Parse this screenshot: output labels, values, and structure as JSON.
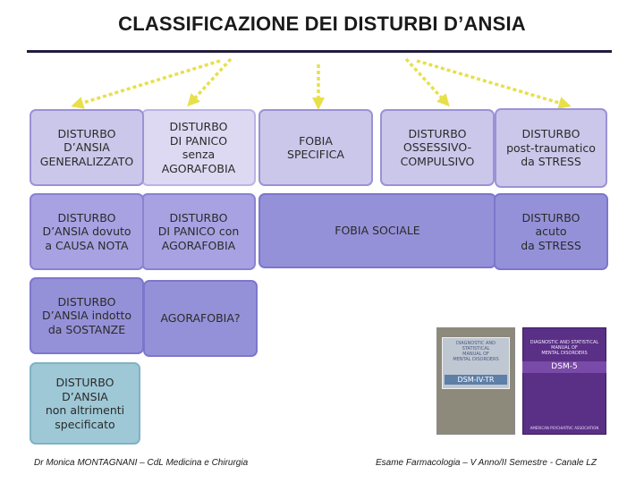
{
  "title": "CLASSIFICAZIONE DEI DISTURBI D’ANSIA",
  "colors": {
    "title_rule": "#1f1c3d",
    "arrow": "#e8e04a",
    "light_lavender": "#cbc7ea",
    "mid_purple": "#a8a2e2",
    "deep_purple": "#9591d8",
    "teal": "#9ec8d6"
  },
  "boxes": {
    "gad": "DISTURBO\nD’ANSIA\nGENERALIZZATO",
    "panic_no_agora": "DISTURBO\nDI PANICO\nsenza\nAGORAFOBIA",
    "specific_phobia": "FOBIA\nSPECIFICA",
    "ocd": "DISTURBO\nOSSESSIVO-\nCOMPULSIVO",
    "ptsd": "DISTURBO\npost-traumatico\nda STRESS",
    "anxiety_medical": "DISTURBO\nD’ANSIA dovuto\na CAUSA NOTA",
    "panic_agora": "DISTURBO\nDI PANICO con\nAGORAFOBIA",
    "social_phobia": "FOBIA SOCIALE",
    "acute_stress": "DISTURBO\nacuto\nda STRESS",
    "substance_anxiety": "DISTURBO\nD’ANSIA indotto\nda SOSTANZE",
    "agoraphobia": "AGORAFOBIA?",
    "nos": "DISTURBO\nD’ANSIA\nnon altrimenti\nspecificato"
  },
  "book_covers": {
    "dsm4": {
      "title": "DIAGNOSTIC AND STATISTICAL\nMANUAL OF\nMENTAL DISORDERS",
      "edition": "DSM-IV-TR"
    },
    "dsm5": {
      "title": "DIAGNOSTIC AND STATISTICAL\nMANUAL OF\nMENTAL DISORDERS",
      "edition": "DSM-5",
      "publisher": "AMERICAN PSYCHIATRIC ASSOCIATION"
    }
  },
  "footer": {
    "left": "Dr Monica MONTAGNANI – CdL Medicina e Chirurgia",
    "right": "Esame Farmacologia – V Anno/II Semestre - Canale LZ"
  }
}
